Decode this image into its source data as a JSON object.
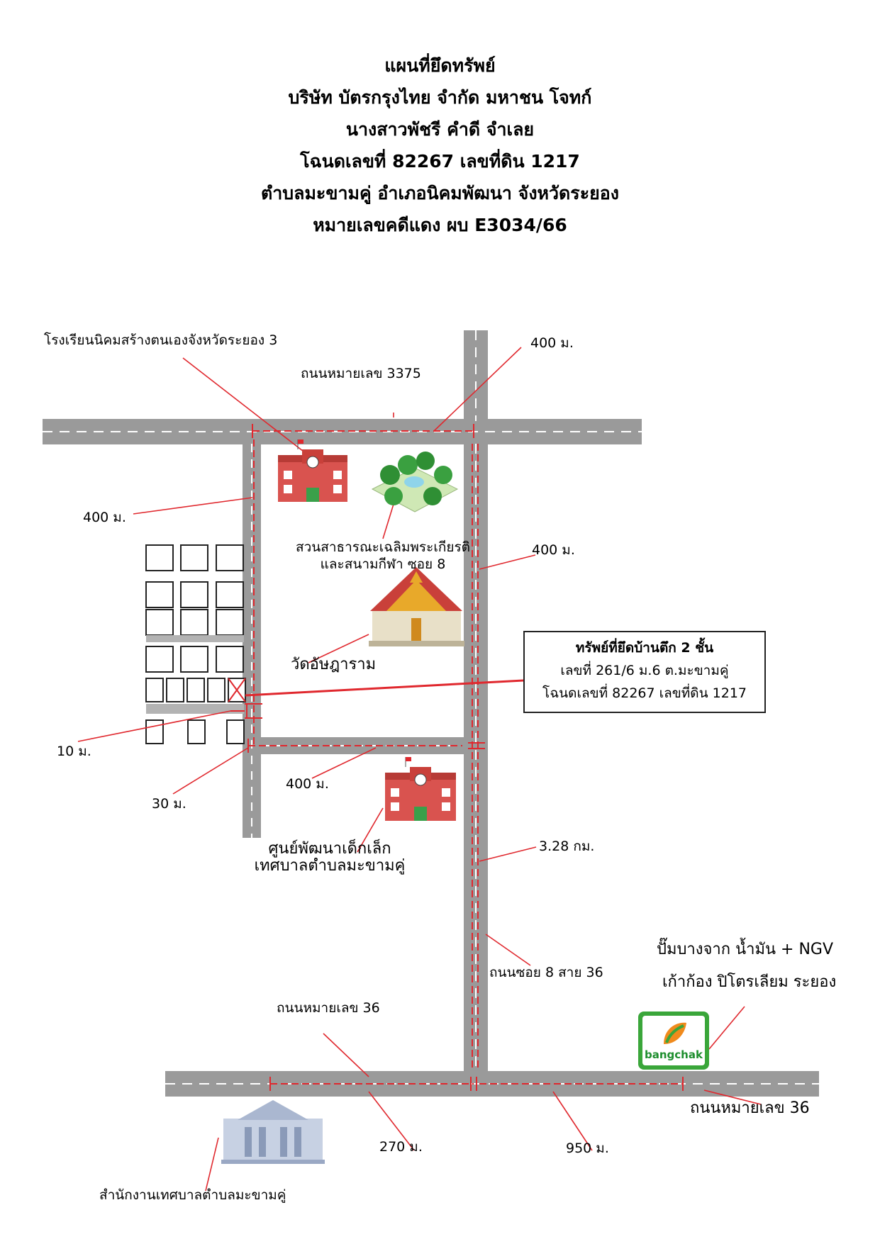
{
  "header": {
    "lines": [
      "แผนที่ยึดทรัพย์",
      "บริษัท บัตรกรุงไทย จำกัด มหาชน โจทก์",
      "นางสาวพัชรี  คำดี จำเลย",
      "โฉนดเลขที่ 82267  เลขที่ดิน 1217",
      "ตำบลมะขามคู่ อำเภอนิคมพัฒนา จังหวัดระยอง",
      "หมายเลขคดีแดง ผบ E3034/66"
    ]
  },
  "labels": {
    "school_top": "โรงเรียนนิคมสร้างตนเองจังหวัดระยอง 3",
    "dist_400_top_right": "400 ม.",
    "road_3375": "ถนนหมายเลข 3375",
    "dist_400_left": "400 ม.",
    "park_line1": "สวนสาธารณะเฉลิมพระเกียรติ",
    "park_line2": "และสนามกีฬา ซอย 8",
    "dist_400_right": "400 ม.",
    "temple": "วัดอัษฎาราม",
    "dist_10": "10 ม.",
    "dist_30": "30 ม.",
    "dist_400_mid": "400 ม.",
    "childcare_line1": "ศูนย์พัฒนาเด็กเล็ก",
    "childcare_line2": "เทศบาลตำบลมะขามคู่",
    "dist_3_28": "3.28 กม.",
    "road_soi8": "ถนนซอย 8 สาย 36",
    "station_line1": "ปั๊มบางจาก น้ำมัน + NGV",
    "station_line2": "เก้าก้อง ปิโตรเลียม ระยอง",
    "road_36_top": "ถนนหมายเลข 36",
    "road_36_right": "ถนนหมายเลข 36",
    "dist_270": "270 ม.",
    "dist_950": "950 ม.",
    "municipal_office": "สำนักงานเทศบาลตำบลมะขามคู่"
  },
  "callout": {
    "title": "ทรัพย์ที่ยึดบ้านตึก 2 ชั้น",
    "line2": "เลขที่ 261/6 ม.6 ต.มะขามคู่",
    "line3": "โฉนดเลขที่ 82267 เลขที่ดิน 1217"
  },
  "logo": {
    "word": "bangchak"
  },
  "colors": {
    "road": "#9a9a9a",
    "route": "#e0282e",
    "building": "#d9534f",
    "park": "#3a9a3a",
    "logo": "#3aa63a"
  }
}
